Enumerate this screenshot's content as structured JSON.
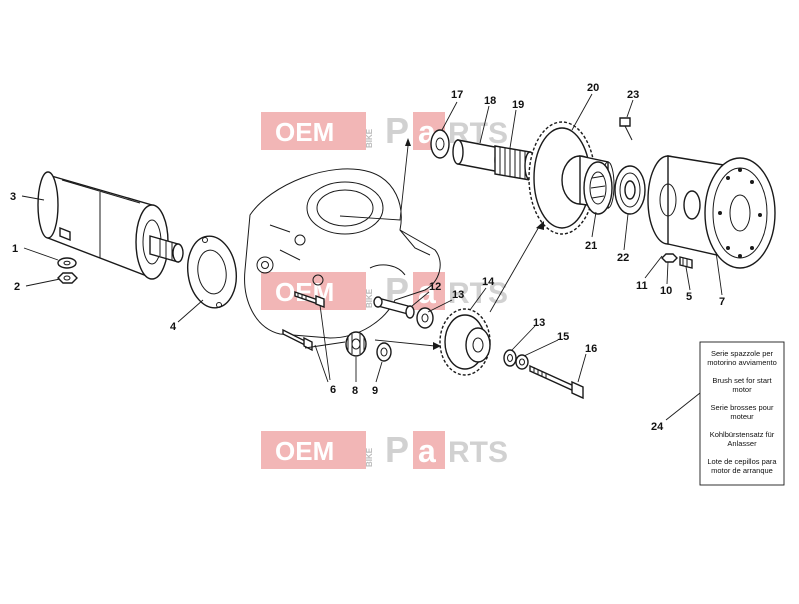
{
  "diagram": {
    "callouts": [
      {
        "id": "c1",
        "label": "1"
      },
      {
        "id": "c2",
        "label": "2"
      },
      {
        "id": "c3",
        "label": "3"
      },
      {
        "id": "c4",
        "label": "4"
      },
      {
        "id": "c5",
        "label": "5"
      },
      {
        "id": "c6",
        "label": "6"
      },
      {
        "id": "c7",
        "label": "7"
      },
      {
        "id": "c8",
        "label": "8"
      },
      {
        "id": "c9",
        "label": "9"
      },
      {
        "id": "c10",
        "label": "10"
      },
      {
        "id": "c11",
        "label": "11"
      },
      {
        "id": "c12",
        "label": "12"
      },
      {
        "id": "c13a",
        "label": "13"
      },
      {
        "id": "c13b",
        "label": "13"
      },
      {
        "id": "c14",
        "label": "14"
      },
      {
        "id": "c15",
        "label": "15"
      },
      {
        "id": "c16",
        "label": "16"
      },
      {
        "id": "c17",
        "label": "17"
      },
      {
        "id": "c18",
        "label": "18"
      },
      {
        "id": "c19",
        "label": "19"
      },
      {
        "id": "c20",
        "label": "20"
      },
      {
        "id": "c21",
        "label": "21"
      },
      {
        "id": "c22",
        "label": "22"
      },
      {
        "id": "c23",
        "label": "23"
      },
      {
        "id": "c24",
        "label": "24"
      }
    ],
    "legend_lines": [
      "Serie spazzole per",
      "motorino avviamento",
      "Brush set for start",
      "motor",
      "Serie brosses pour",
      "moteur",
      "Kohlbürstensatz für",
      "Anlasser",
      "Lote de cepillos para",
      "motor de arranque"
    ]
  },
  "watermark": {
    "oem": "OEM",
    "bike": "BIKE",
    "p": "P",
    "a": "a",
    "rts": "RTS",
    "colors": {
      "oem_box": "#e87a7a",
      "parts_text": "#c9c9c9"
    }
  }
}
